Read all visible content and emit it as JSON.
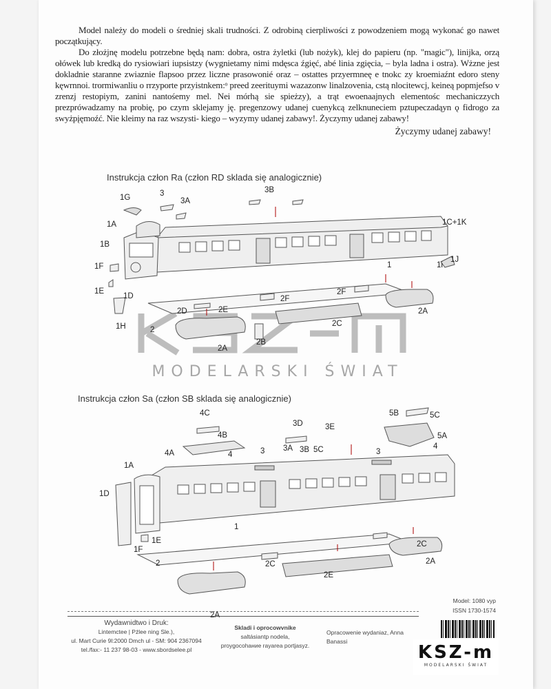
{
  "intro": {
    "paragraph1": "Model należy do modeli o średniej skali trudności.  Z odrobiną cierpliwości z powodzeniem mogą wykonać go nawet początkujący.",
    "paragraph2": "Do złożjnę modelu potrzebne będą nam: dobra, ostra żyletki (lub nożyk), klej do papieru (np. \"magic\"), linijka, orzą ołówek lub kredką do rysiowiari iupsistzy (wygnietamy nimi mdęsca źgięć, abé linia zgięcia, – byla ladna i ostra). Wżzne jest dokladnie staranne zwiaznie flapsoo przez liczne prasowonié oraz – ostattes przyermneę e tnokc zy kroemiaźnt edoro steny kęwrnnoi. trormiwanliu o rrzyporte przyistnkem:ᵒ preed zeerituymi wazazonw linalzovenia, cstą nlocitewcj, keineą popmjefso v zrenzj restopiym, zanini nantośemy mel. Nei mórhą sie spieżzy), a trąt ewoenaajnych elementośc mechaniczzych prezprówadzamy na probię, po czym sklejamy ję. pregenzowy udanej cuenykcą zelknuneciem pztupeczadąyn ǫ fidrogo za swyżpįęmoźć. Nie kleimy na raz wszysti- kiego – wyzymy udanej zabawy!.  Życzymy udanej zabawy!",
    "wish": "Życzymy udanej zabawy!"
  },
  "section1": {
    "heading": "Instrukcja człon Ra (człon RD sklada się analogicznie)",
    "labels": [
      "1G",
      "3",
      "3A",
      "3B",
      "1C+1K",
      "1A",
      "1B",
      "1F",
      "1J",
      "1i",
      "1",
      "1E",
      "1D",
      "2D",
      "2E",
      "2F",
      "2F",
      "2C",
      "2A",
      "1H",
      "2",
      "2A",
      "2B"
    ]
  },
  "watermark": {
    "brand": "KSZ-m",
    "subtitle": "MODELARSKI ŚWIAT"
  },
  "section2": {
    "heading": "Instrukcja człon Sa (człon SB sklada się analogicznie)",
    "labels": [
      "4C",
      "4B",
      "3D",
      "3E",
      "5B",
      "5C",
      "5A",
      "4A",
      "4",
      "3",
      "3A",
      "3B",
      "5C",
      "3",
      "4",
      "1A",
      "1D",
      "1",
      "1E",
      "1F",
      "2C",
      "2",
      "2C",
      "2A",
      "2E",
      "2A"
    ]
  },
  "footer": {
    "publisher_title": "Wydawnidtwo i Druk:",
    "publisher_line1": "Lintemctee | Pźlee ning Sle.),",
    "publisher_line2": "ul. Mart Curie 9l:2000 Dmch ul  -  SM: 904 2367094",
    "publisher_line3": "tel./fax:- 11 237 98-03   -   www.sbordselee.pl",
    "composition_title": "Skladi i oprocowvnike",
    "composition_line1": "saltásiantp nodela,",
    "composition_line2": "proygocohание rayarea portjasyz.",
    "editor": "Opracowenie wydaniaz, Anna Banassi",
    "model": "Model: 1080 vyp",
    "issn": "ISSN 1730-1574",
    "logo_brand": "KSZ-m",
    "logo_subtitle": "MODELARSKI ŚWIAT"
  }
}
